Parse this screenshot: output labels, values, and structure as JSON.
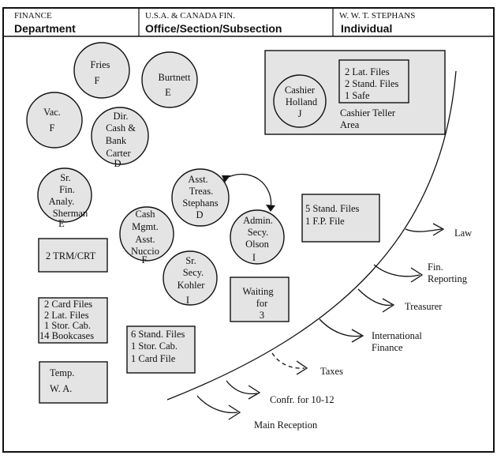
{
  "header": {
    "department": {
      "small": "FINANCE",
      "large": "Department"
    },
    "office": {
      "small": "U.S.A. & CANADA FIN.",
      "large": "Office/Section/Subsection"
    },
    "individual": {
      "small": "W. W. T. STEPHANS",
      "large": "Individual"
    }
  },
  "circles": {
    "fries": [
      "Fries",
      "F"
    ],
    "burtnett": [
      "Burtnett",
      "E"
    ],
    "vac": [
      "Vac.",
      "F"
    ],
    "dir_cash": [
      "Dir.",
      "Cash &",
      "Bank",
      "Carter",
      "D"
    ],
    "cashier": [
      "Cashier",
      "Holland",
      "J"
    ],
    "sr_fin": [
      "Sr.",
      "Fin.",
      "Analy.",
      "Sherman",
      "E"
    ],
    "asst_treas": [
      "Asst.",
      "Treas.",
      "Stephans",
      "D"
    ],
    "cash_mgmt": [
      "Cash",
      "Mgmt.",
      "Asst.",
      "Nuccio",
      "F"
    ],
    "admin_secy": [
      "Admin.",
      "Secy.",
      "Olson",
      "I"
    ],
    "sr_secy": [
      "Sr.",
      "Secy.",
      "Kohler",
      "I"
    ]
  },
  "boxes": {
    "cashier_files": [
      "2 Lat. Files",
      "2 Stand. Files",
      "1 Safe"
    ],
    "cashier_teller": [
      "Cashier Teller",
      "Area"
    ],
    "stand_files": [
      "5 Stand. Files",
      "1 F.P. File"
    ],
    "trm": [
      "2 TRM/CRT"
    ],
    "waiting": [
      "Waiting",
      "for",
      "3"
    ],
    "card_files": [
      "2 Card Files",
      "2 Lat. Files",
      "1 Stor. Cab.",
      "14 Bookcases"
    ],
    "six_files": [
      "6 Stand. Files",
      "1 Stor. Cab.",
      "1 Card File"
    ],
    "temp": [
      "Temp.",
      "W. A."
    ]
  },
  "destinations": {
    "law": "Law",
    "fin_reporting": [
      "Fin.",
      "Reporting"
    ],
    "treasurer": "Treasurer",
    "international": [
      "International",
      "Finance"
    ],
    "taxes": "Taxes",
    "confr": "Confr. for 10-12",
    "main_reception": "Main Reception"
  }
}
